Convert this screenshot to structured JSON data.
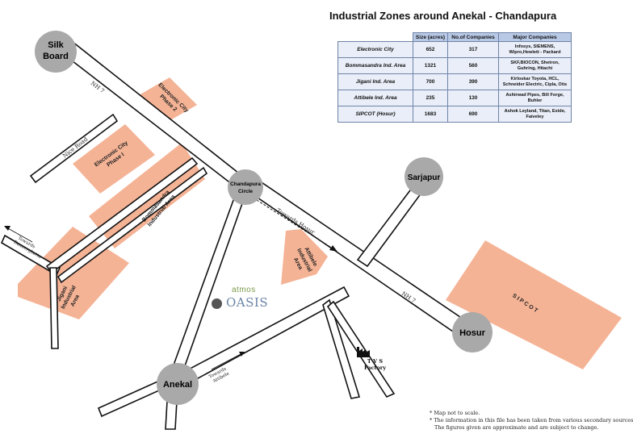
{
  "title": "Industrial Zones around Anekal - Chandapura",
  "table": {
    "headers": [
      "Size (acres)",
      "No.of Companies",
      "Major Companies"
    ],
    "rows": [
      {
        "zone": "Electronic City",
        "size": "652",
        "companies": "317",
        "major": "Infosys, SIEMENS, Wipro,Hewlett - Packard"
      },
      {
        "zone": "Bommasandra Ind. Area",
        "size": "1321",
        "companies": "560",
        "major": "SKF,BIOCON, Shetron, Guhring, Hitachi"
      },
      {
        "zone": "Jigani Ind. Area",
        "size": "700",
        "companies": "390",
        "major": "Kirloskar Toyota, HCL, Schneider Electric, Cipla, Otis"
      },
      {
        "zone": "Attibele Ind. Area",
        "size": "235",
        "companies": "130",
        "major": "Ashirwad Pipes, Bill Forge, Buhler"
      },
      {
        "zone": "SIPCOT (Hosur)",
        "size": "1683",
        "companies": "690",
        "major": "Ashok Leyland, Titan, Exide, Faiveley"
      }
    ]
  },
  "places": {
    "silk_board": [
      "Silk",
      "Board"
    ],
    "chandapura": [
      "Chandapura",
      "Circle"
    ],
    "sarjapur": "Sarjapur",
    "hosur": "Hosur",
    "anekal": "Anekal"
  },
  "zones": {
    "ec2": [
      "Electronic City",
      "Phase 2"
    ],
    "ec1": [
      "Electronic City",
      "Phase I"
    ],
    "bommasandra": [
      "Bommasandra",
      "Industrial Area"
    ],
    "jigani": [
      "Jigani",
      "Industrial",
      "Area"
    ],
    "attibele": [
      "Attibele",
      "Industrial",
      "Area"
    ],
    "sipcot": "SIPCOT"
  },
  "road_labels": {
    "nh7_north": "NH 7",
    "nice_road": "Nice Road",
    "towards_hosur": "Towards Hosur",
    "nh7_south": "NH 7",
    "towards_bannerghatta": [
      "Towards",
      "Bannerghatta"
    ],
    "towards_attibele": [
      "Towards",
      "Attibele"
    ]
  },
  "landmarks": {
    "oasis_top": "atmos",
    "oasis_main": "OASIS",
    "tvs": [
      "T V S",
      "Factory"
    ]
  },
  "notes": [
    "* Map not to scale.",
    "* The information in this file has been taken from various secondary sources.",
    "  The figures given are approximate and are subject to change."
  ],
  "colors": {
    "zone_fill": "#f5b395",
    "node_fill": "#a9a9a9",
    "table_header": "#b8c9e6",
    "table_cell": "#e9eef8"
  }
}
